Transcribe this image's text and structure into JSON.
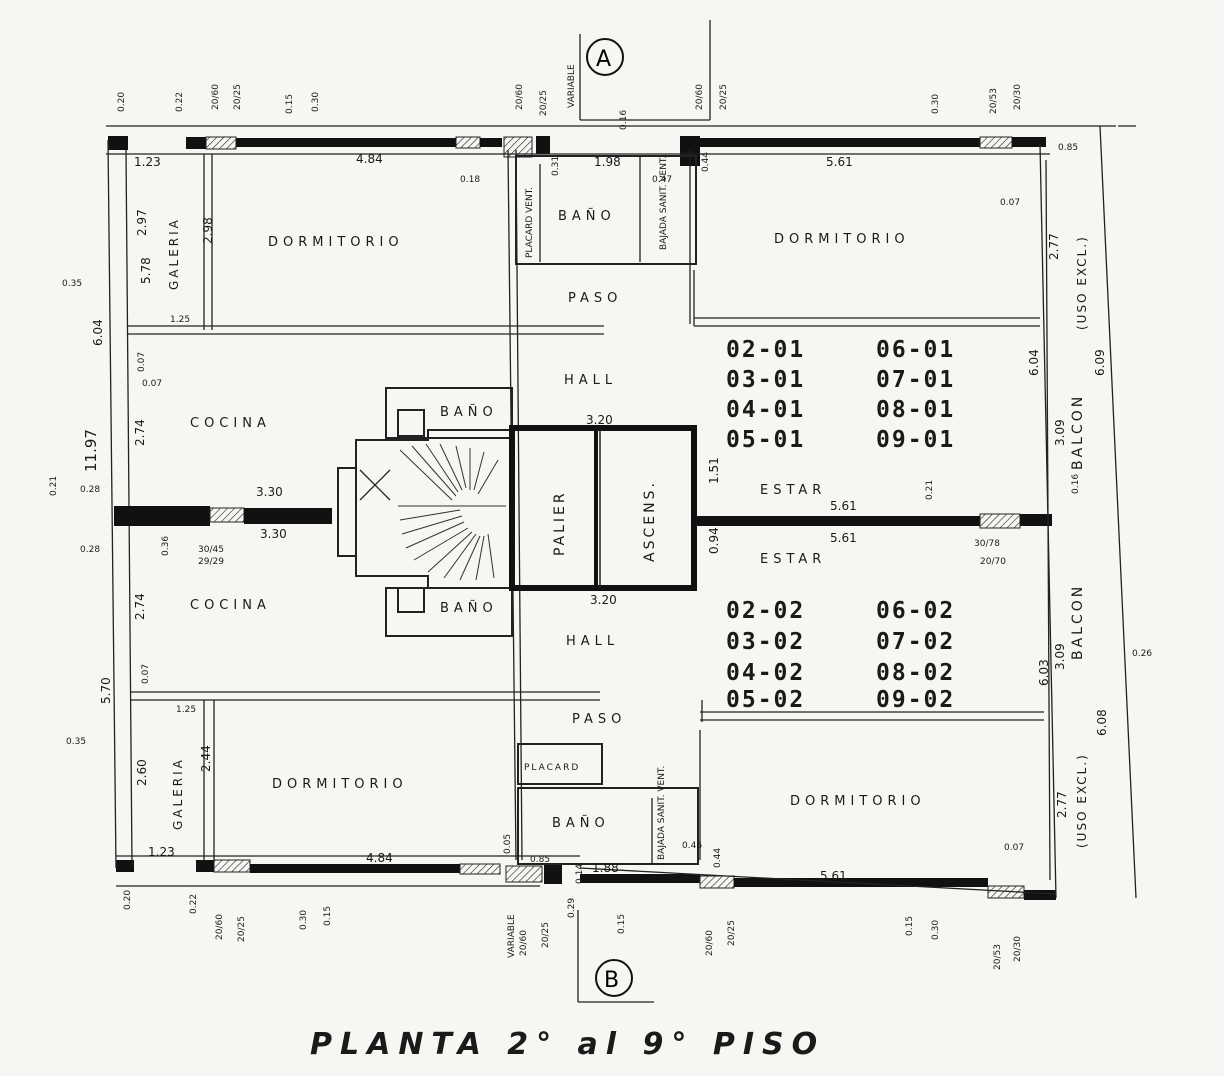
{
  "title": "PLANTA 2° al 9° PISO",
  "markers": {
    "top": "A",
    "bottom": "B"
  },
  "rooms": {
    "dormitorio_tl": "DORMITORIO",
    "dormitorio_tr": "DORMITORIO",
    "dormitorio_bl": "DORMITORIO",
    "dormitorio_br": "DORMITORIO",
    "galeria_top": "GALERIA",
    "galeria_bottom": "GALERIA",
    "cocina_top": "COCINA",
    "cocina_bottom": "COCINA",
    "bano_top": "BAÑO",
    "bano_bottom": "BAÑO",
    "bano_stair_top": "BAÑO",
    "bano_stair_bottom": "BAÑO",
    "paso_top": "PASO",
    "paso_bottom": "PASO",
    "hall_top": "HALL",
    "hall_bottom": "HALL",
    "estar_top": "ESTAR",
    "estar_bottom": "ESTAR",
    "palier": "PALIER",
    "ascens": "ASCENS.",
    "balcon_top": "BALCON",
    "balcon_bottom": "BALCON",
    "uso_excl_top": "(USO EXCL.)",
    "uso_excl_bottom": "(USO EXCL.)",
    "placard_top": "PLACARD VENT.",
    "placard_bottom": "PLACARD",
    "bajada_top": "BAJADA SANIT. VENT.",
    "bajada_bottom": "BAJADA SANIT. VENT.",
    "variable_top": "VARIABLE",
    "variable_bottom": "VARIABLE"
  },
  "units_top": [
    "02-01",
    "06-01",
    "03-01",
    "07-01",
    "04-01",
    "08-01",
    "05-01",
    "09-01"
  ],
  "units_bottom": [
    "02-02",
    "06-02",
    "03-02",
    "07-02",
    "04-02",
    "08-02",
    "05-02",
    "09-02"
  ],
  "dims": {
    "d_484_top": "4.84",
    "d_484_bot": "4.84",
    "d_561_top": "5.61",
    "d_561_bot": "5.61",
    "d_561_mid1": "5.61",
    "d_561_mid2": "5.61",
    "d_198": "1.98",
    "d_188": "1.88",
    "d_123_top": "1.23",
    "d_123_bot": "1.23",
    "d_125_top": "1.25",
    "d_125_bot": "1.25",
    "d_330_a": "3.30",
    "d_330_b": "3.30",
    "d_320_top": "3.20",
    "d_320_bot": "3.20",
    "d_1197": "11.97",
    "d_604_l": "6.04",
    "d_570_l": "5.70",
    "d_578": "5.78",
    "d_297": "2.97",
    "d_298": "2.98",
    "d_274_a": "2.74",
    "d_274_b": "2.74",
    "d_260": "2.60",
    "d_244": "2.44",
    "d_277_top": "2.77",
    "d_277_bot": "2.77",
    "d_604_r": "6.04",
    "d_609": "6.09",
    "d_603": "6.03",
    "d_608": "6.08",
    "d_309_a": "3.09",
    "d_309_b": "3.09",
    "d_151": "1.51",
    "d_094": "0.94",
    "d_035_a": "0.35",
    "d_035_b": "0.35",
    "d_020_a": "0.20",
    "d_020_b": "0.20",
    "d_022_a": "0.22",
    "d_022_b": "0.22",
    "d_015_a": "0.15",
    "d_015_b": "0.15",
    "d_015_c": "0.15",
    "d_015_d": "0.15",
    "d_030_a": "0.30",
    "d_030_b": "0.30",
    "d_030_c": "0.30",
    "d_030_d": "0.30",
    "d_016": "0.16",
    "d_014": "0.14",
    "d_021_a": "0.21",
    "d_021_b": "0.21",
    "d_016_r": "0.16",
    "d_026": "0.26",
    "d_007_a": "0.07",
    "d_007_b": "0.07",
    "d_007_c": "0.07",
    "d_007_d": "0.07",
    "d_007_e": "0.07",
    "d_028_a": "0.28",
    "d_028_b": "0.28",
    "d_036": "0.36",
    "d_031": "0.31",
    "d_029": "0.29",
    "d_085_a": "0.85",
    "d_085_b": "0.85",
    "d_044_a": "0.44",
    "d_044_b": "0.44",
    "d_047": "0.47",
    "d_046": "0.46",
    "d_005": "0.05",
    "d_018": "0.18",
    "w_2060_a": "20/60",
    "w_2025_a": "20/25",
    "w_2060_b": "20/60",
    "w_2025_b": "20/25",
    "w_2060_c": "20/60",
    "w_2025_c": "20/25",
    "w_2060_d": "20/60",
    "w_2025_d": "20/25",
    "w_2060_e": "20/60",
    "w_2025_e": "20/25",
    "w_2060_f": "20/60",
    "w_2025_f": "20/25",
    "w_2053_a": "20/53",
    "w_2030_a": "20/30",
    "w_2053_b": "20/53",
    "w_2030_b": "20/30",
    "w_3045": "30/45",
    "w_2929": "29/29",
    "w_3078": "30/78",
    "w_2070": "20/70"
  }
}
